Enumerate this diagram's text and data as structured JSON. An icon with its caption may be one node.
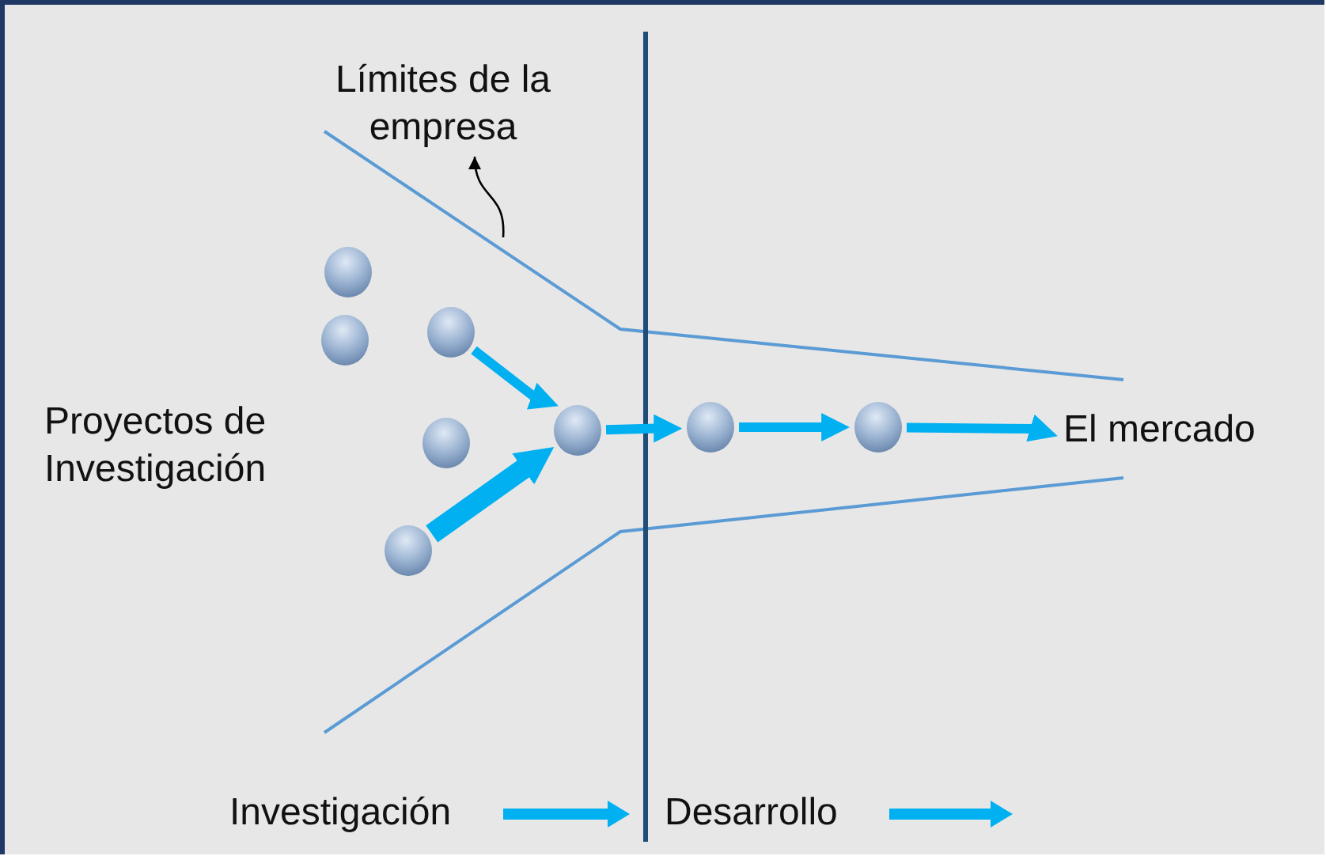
{
  "diagram": {
    "nodes": [
      {
        "text": [
          "Límites de la empresa"
        ]
      },
      {
        "text": [],
        "shape": "circle"
      },
      {
        "text": [],
        "shape": "circle"
      },
      {
        "text": [],
        "shape": "circle"
      },
      {
        "text": [],
        "shape": "circle"
      },
      {
        "text": [],
        "shape": "circle"
      },
      {
        "text": [],
        "shape": "circle"
      },
      {
        "text": [],
        "shape": "circle"
      },
      {
        "text": [],
        "shape": "circle"
      },
      {
        "text": [
          "El mercado"
        ]
      }
    ],
    "edges": [
      {
        "from": null,
        "to": 0,
        "arrow": "to",
        "color": "#000000"
      },
      {
        "from": 3,
        "to": 5,
        "arrow": "to"
      },
      {
        "from": 6,
        "to": 5,
        "arrow": "to",
        "style": "thick"
      },
      {
        "from": 5,
        "to": 7,
        "arrow": "to"
      },
      {
        "from": 7,
        "to": 8,
        "arrow": "to"
      },
      {
        "from": 8,
        "to": 9,
        "arrow": "to"
      }
    ],
    "labels": [
      "Proyectos de Investigación",
      "Investigación",
      "Desarrollo"
    ]
  }
}
